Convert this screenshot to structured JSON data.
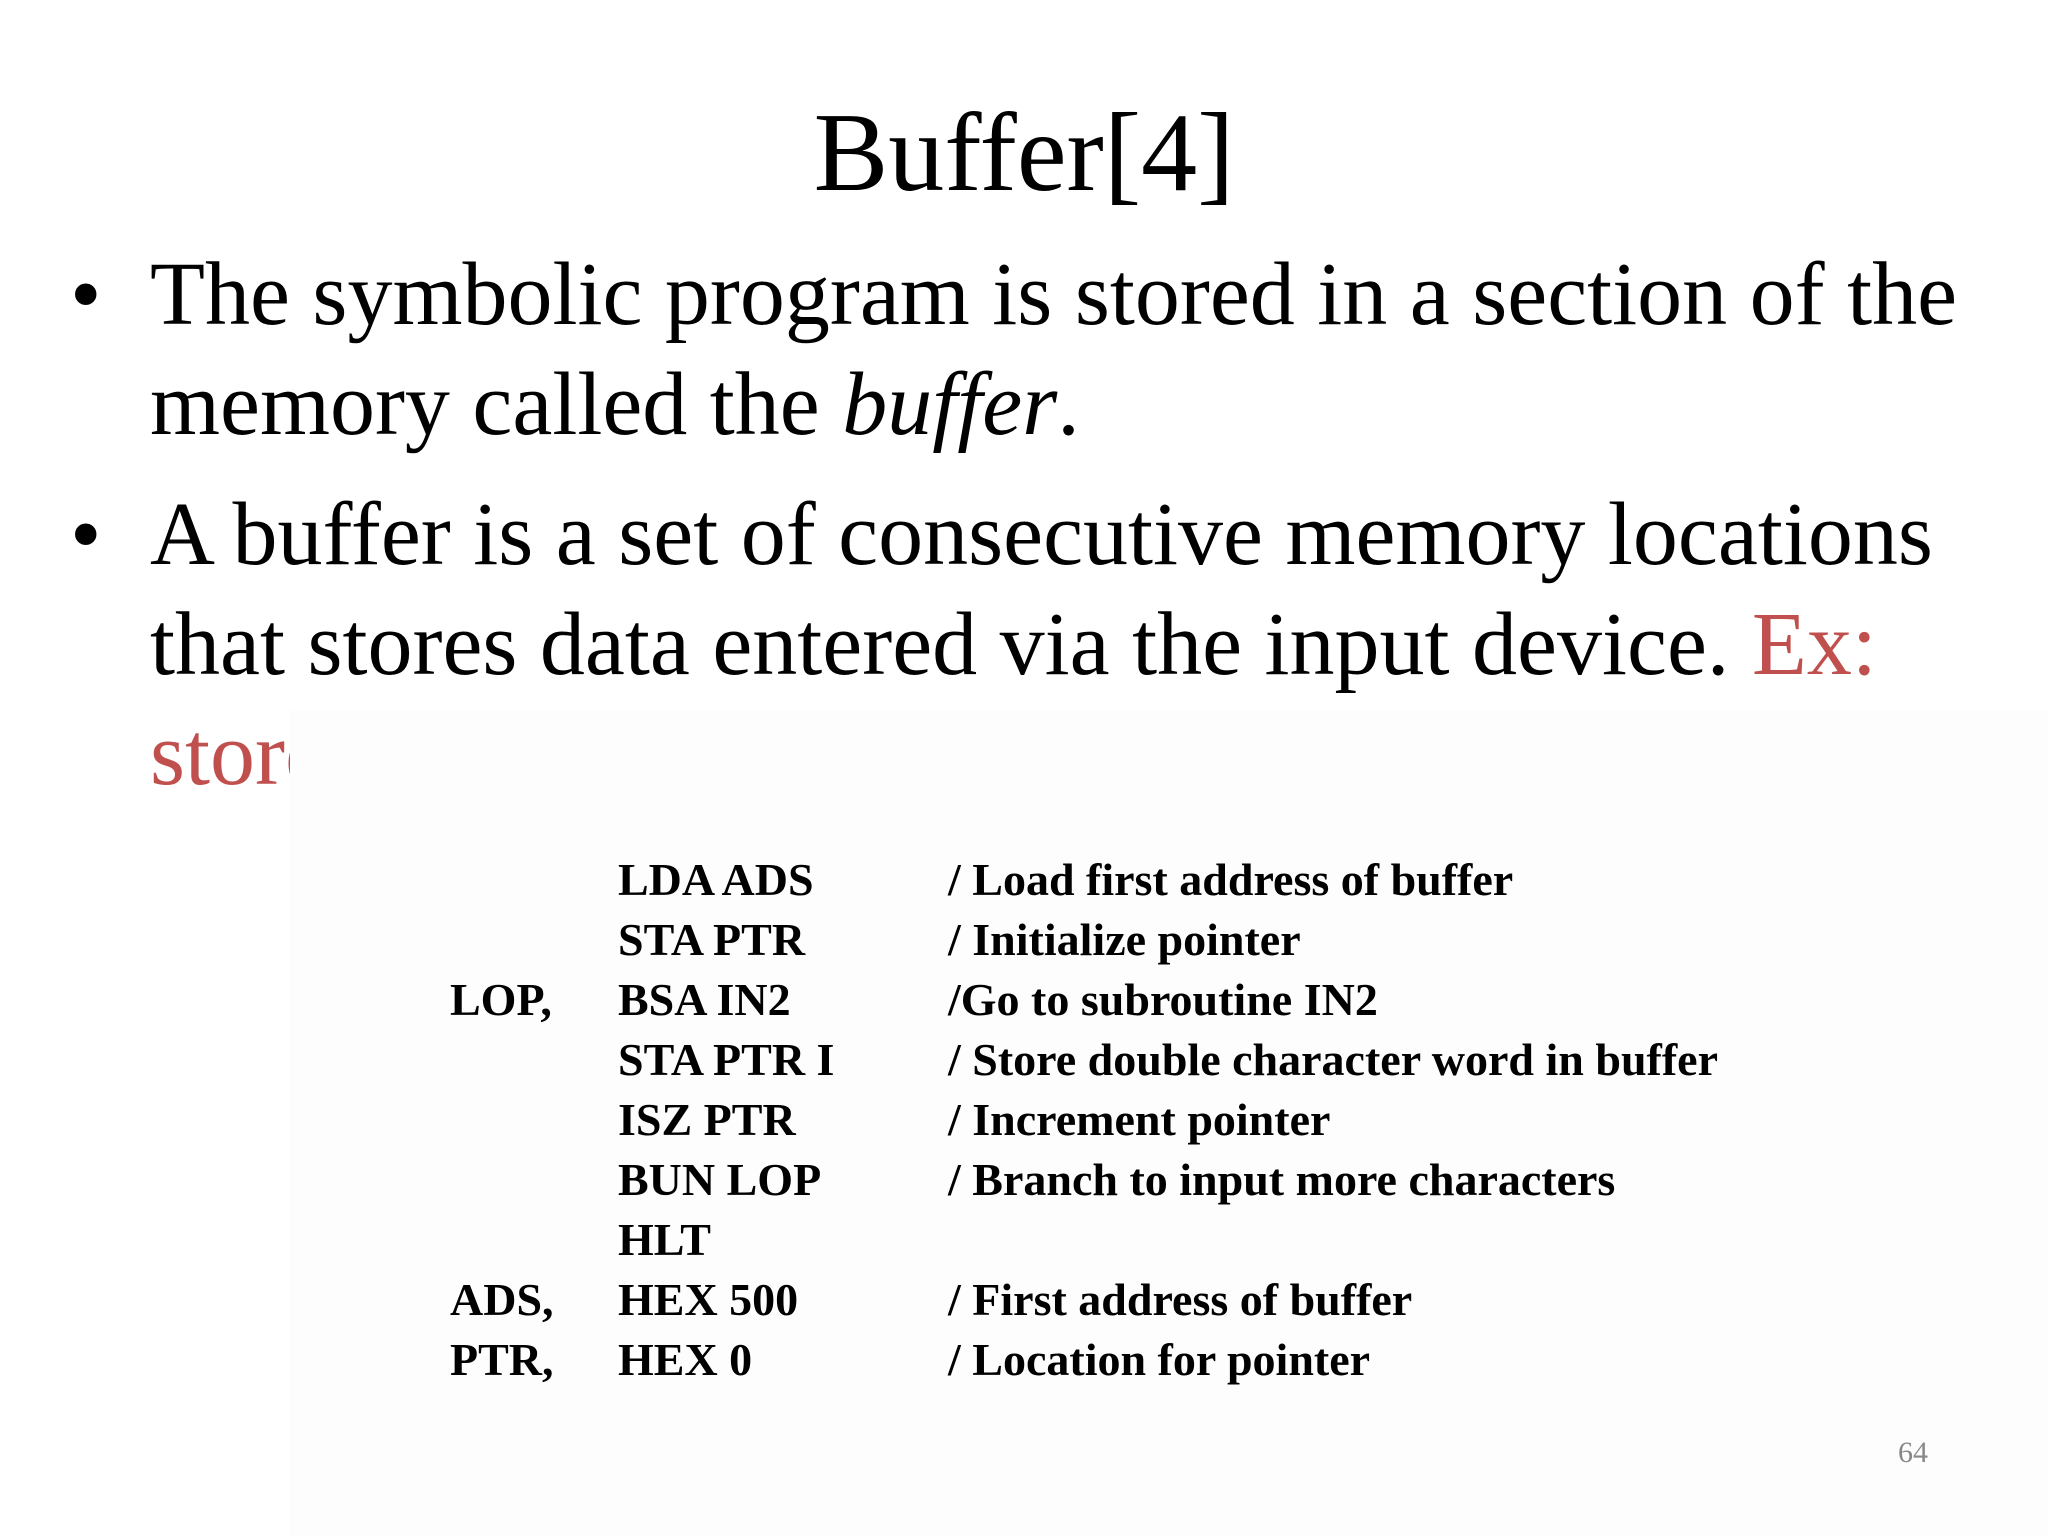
{
  "slide": {
    "title": "Buffer[4]",
    "bullets": [
      {
        "text_before": "The symbolic program is stored in a section of the memory called the ",
        "emphasis": "buffer",
        "text_after": "."
      },
      {
        "text": "A buffer is a set of consecutive memory locations that stores data entered via the input device. ",
        "accent_text": "Ex: store input characteres in a buffer"
      }
    ],
    "code": [
      {
        "label": "",
        "instr": "LDA ADS",
        "comment": "/ Load first address of buffer"
      },
      {
        "label": "",
        "instr": "STA PTR",
        "comment": "/ Initialize pointer"
      },
      {
        "label": "LOP,",
        "instr": "BSA IN2",
        "comment": "/Go to subroutine IN2"
      },
      {
        "label": "",
        "instr": "STA PTR I",
        "comment": "/ Store double character word in buffer"
      },
      {
        "label": "",
        "instr": "ISZ PTR",
        "comment": "/ Increment pointer"
      },
      {
        "label": "",
        "instr": "BUN LOP",
        "comment": "/ Branch to input more characters"
      },
      {
        "label": "",
        "instr": "HLT",
        "comment": ""
      },
      {
        "label": "ADS,",
        "instr": "HEX 500",
        "comment": "/ First address of buffer"
      },
      {
        "label": "PTR,",
        "instr": "HEX 0",
        "comment": "/ Location for pointer"
      }
    ],
    "page_number": "64",
    "colors": {
      "accent": "#c0504d",
      "text": "#000000",
      "page_number": "#888888"
    }
  }
}
